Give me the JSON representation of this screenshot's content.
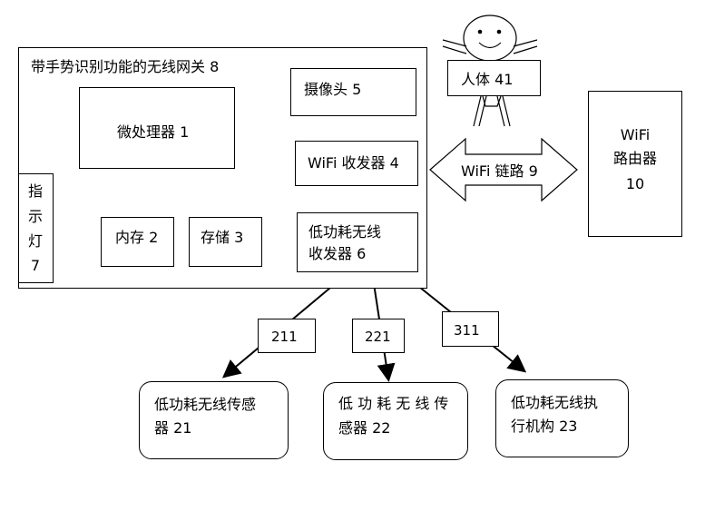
{
  "gateway": {
    "title": "带手势识别功能的无线网关 8"
  },
  "modules": {
    "processor": "微处理器 1",
    "camera": "摄像头 5",
    "wifi_transceiver": "WiFi 收发器 4",
    "low_power_transceiver": {
      "line1": "低功耗无线",
      "line2": "收发器 6"
    },
    "memory": "内存 2",
    "storage": "存储 3",
    "indicator": {
      "line1": "指",
      "line2": "示",
      "line3": "灯",
      "line4": "7"
    }
  },
  "human": {
    "label": "人体 41"
  },
  "wifi_link": {
    "label": "WiFi 链路 9"
  },
  "router": {
    "line1": "WiFi",
    "line2": "路由器",
    "line3": "10"
  },
  "link_labels": {
    "l211": "211",
    "l221": "221",
    "l311": "311"
  },
  "devices": {
    "sensor21": {
      "line1": "低功耗无线传感",
      "line2": "器 21"
    },
    "sensor22": {
      "line1": "低 功 耗 无 线 传",
      "line2": "感器 22"
    },
    "actuator23": {
      "line1": "低功耗无线执",
      "line2": "行机构 23"
    }
  }
}
